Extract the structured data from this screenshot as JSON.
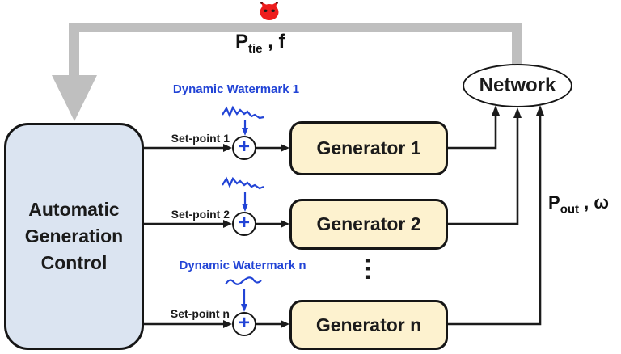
{
  "figure": {
    "controller": {
      "line1": "Automatic",
      "line2": "Generation",
      "line3": "Control"
    },
    "network_label": "Network",
    "feedback_signal": {
      "main": "P",
      "sub": "tie",
      "rest": " , f"
    },
    "output_signal": {
      "main": "P",
      "sub": "out",
      "rest": " , ω"
    },
    "sum_symbol": "+",
    "ellipsis": "⋮",
    "rows": [
      {
        "setpoint_label": "Set-point 1",
        "generator_label": "Generator 1",
        "watermark_label": "Dynamic Watermark 1"
      },
      {
        "setpoint_label": "Set-point 2",
        "generator_label": "Generator 2"
      },
      {
        "setpoint_label": "Set-point n",
        "generator_label": "Generator n",
        "watermark_label": "Dynamic Watermark n"
      }
    ],
    "colors": {
      "controller_fill": "#dbe4f1",
      "generator_fill": "#fdf2cf",
      "watermark_blue": "#2244d6",
      "feedback_gray": "#bfbfbf",
      "attacker_red": "#ee1c1c",
      "line_black": "#1b1b1b"
    }
  }
}
